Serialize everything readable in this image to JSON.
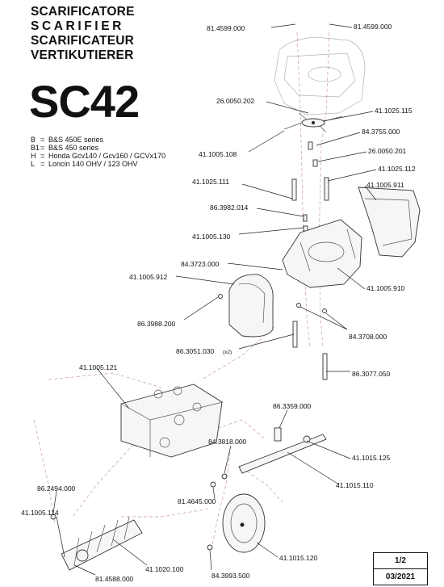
{
  "titles": [
    "SCARIFICATORE",
    "SCARIFIER",
    "SCARIFICATEUR",
    "VERTIKUTIERER"
  ],
  "model": "SC42",
  "legend": [
    {
      "code": "B",
      "text": "B&S 450E series"
    },
    {
      "code": "B1",
      "text": "B&S 450 series"
    },
    {
      "code": "H",
      "text": "Honda Gcv140 / Gcv160 / GCVx170"
    },
    {
      "code": "L",
      "text": "Loncin 140 OHV / 123 OHV"
    }
  ],
  "parts": [
    {
      "code": "81.4599.000"
    },
    {
      "code": "81.4599.000"
    },
    {
      "code": "26.0050.202"
    },
    {
      "code": "41.1025.115"
    },
    {
      "code": "84.3755.000"
    },
    {
      "code": "26.0050.201"
    },
    {
      "code": "41.1005.108"
    },
    {
      "code": "41.1025.112"
    },
    {
      "code": "41.1025.111"
    },
    {
      "code": "41.1005.911"
    },
    {
      "code": "86.3982.014"
    },
    {
      "code": "41.1005.130"
    },
    {
      "code": "84.3723.000"
    },
    {
      "code": "41.1005.912"
    },
    {
      "code": "41.1005.910"
    },
    {
      "code": "86.3988.200"
    },
    {
      "code": "84.3708.000"
    },
    {
      "code": "86.3051.030",
      "qty": "(x2)"
    },
    {
      "code": "86.3077.050"
    },
    {
      "code": "41.1005.121"
    },
    {
      "code": "86.3359.000"
    },
    {
      "code": "84.3818.000"
    },
    {
      "code": "41.1015.125"
    },
    {
      "code": "41.1015.110"
    },
    {
      "code": "86.2494.000"
    },
    {
      "code": "81.4645.000"
    },
    {
      "code": "41.1005.114"
    },
    {
      "code": "41.1020.100"
    },
    {
      "code": "41.1015.120"
    },
    {
      "code": "81.4588.000"
    },
    {
      "code": "84.3993.500"
    }
  ],
  "page": {
    "number": "1/2",
    "date": "03/2021"
  }
}
